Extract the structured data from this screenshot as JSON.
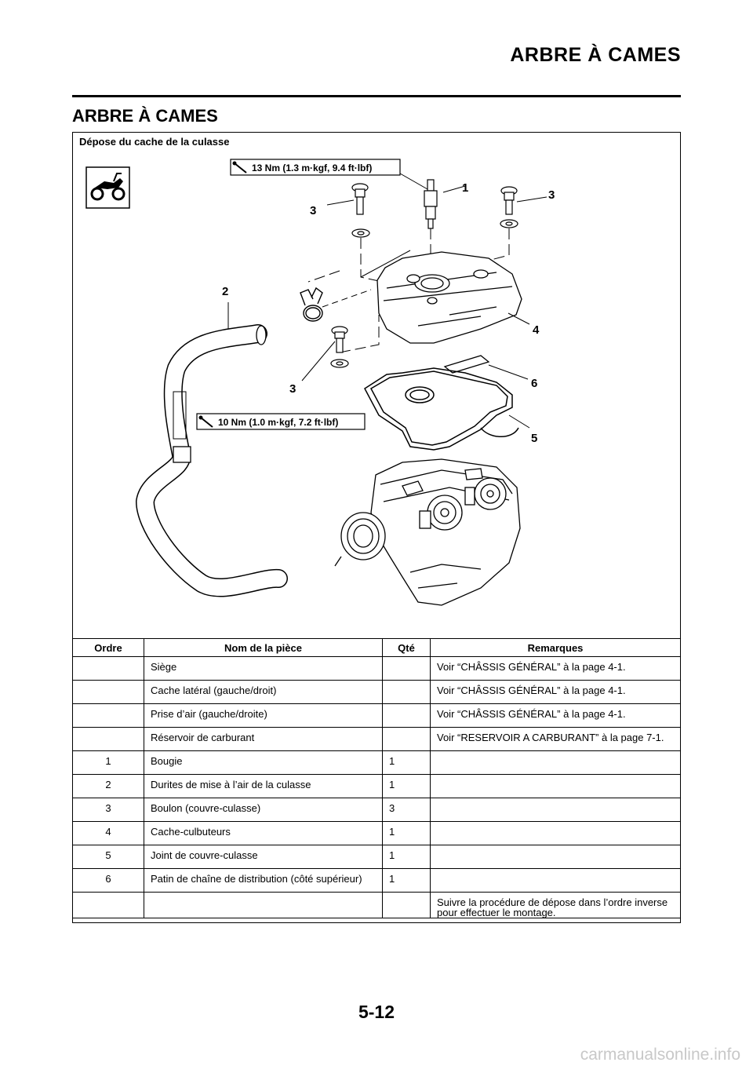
{
  "header": {
    "running_title": "ARBRE À CAMES",
    "section_title": "ARBRE À CAMES"
  },
  "figure": {
    "title": "Dépose du cache de la culasse",
    "torque_top": "13 Nm (1.3 m·kgf, 9.4 ft·lbf)",
    "torque_bottom": "10 Nm (1.0 m·kgf, 7.2 ft·lbf)",
    "callouts": [
      "1",
      "2",
      "3",
      "3",
      "3",
      "4",
      "5",
      "6"
    ],
    "icons": [
      "motorcycle-icon",
      "torque-wrench-icon"
    ]
  },
  "table": {
    "headers": [
      "Ordre",
      "Nom de la pièce",
      "Qté",
      "Remarques"
    ],
    "rows": [
      {
        "order": "",
        "name": "Siège",
        "qty": "",
        "remarks": "Voir “CHÂSSIS GÉNÉRAL” à la page 4-1."
      },
      {
        "order": "",
        "name": "Cache latéral (gauche/droit)",
        "qty": "",
        "remarks": "Voir “CHÂSSIS GÉNÉRAL” à la page 4-1."
      },
      {
        "order": "",
        "name": "Prise d’air (gauche/droite)",
        "qty": "",
        "remarks": "Voir “CHÂSSIS GÉNÉRAL” à la page 4-1."
      },
      {
        "order": "",
        "name": "Réservoir de carburant",
        "qty": "",
        "remarks": "Voir “RESERVOIR A CARBURANT” à la page 7-1."
      },
      {
        "order": "1",
        "name": "Bougie",
        "qty": "1",
        "remarks": ""
      },
      {
        "order": "2",
        "name": "Durites de mise à l’air de la culasse",
        "qty": "1",
        "remarks": ""
      },
      {
        "order": "3",
        "name": "Boulon (couvre-culasse)",
        "qty": "3",
        "remarks": ""
      },
      {
        "order": "4",
        "name": "Cache-culbuteurs",
        "qty": "1",
        "remarks": ""
      },
      {
        "order": "5",
        "name": "Joint de couvre-culasse",
        "qty": "1",
        "remarks": ""
      },
      {
        "order": "6",
        "name": "Patin de chaîne de distribution (côté supérieur)",
        "qty": "1",
        "remarks": ""
      },
      {
        "order": "",
        "name": "",
        "qty": "",
        "remarks": "Suivre la procédure de dépose dans l’ordre inverse pour effectuer le montage."
      }
    ]
  },
  "footer": {
    "page_number": "5-12",
    "watermark": "carmanualsonline.info"
  }
}
